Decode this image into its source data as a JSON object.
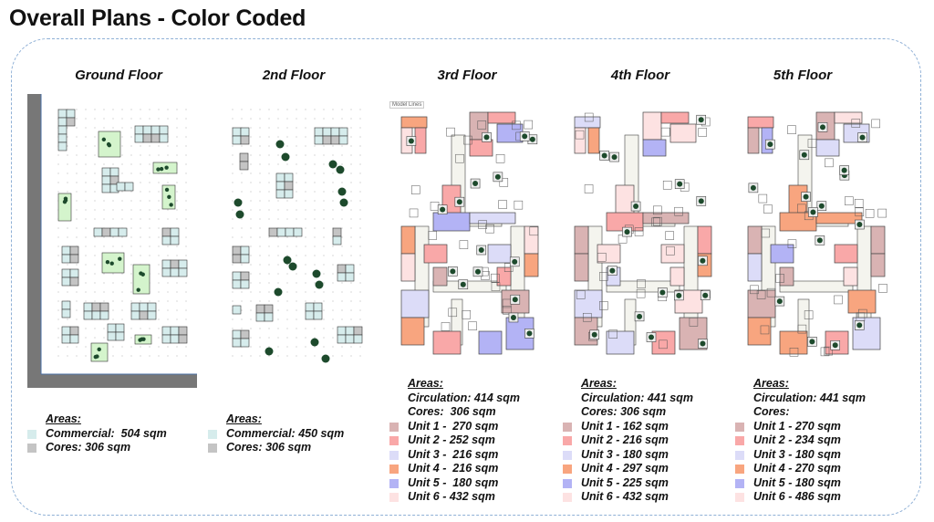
{
  "title": "Overall Plans - Color Coded",
  "colors": {
    "commercial": "#d6ecec",
    "cores": "#c4c4c4",
    "unit1": "#d9b3b3",
    "unit2": "#f9a8a8",
    "unit3": "#dcdcf8",
    "unit4": "#f8a57f",
    "unit5": "#b3b3f5",
    "unit6": "#fde2e2",
    "circulation": "#f4f4ee",
    "green": "#d4f4cc",
    "tree": "#1d4a2c",
    "frame": "#8fb0d6"
  },
  "model_lines_label": "Model Lines",
  "floors": [
    {
      "title": "Ground Floor",
      "legend": {
        "heading": "Areas:",
        "lines": [
          {
            "text": "Commercial:  504 sqm",
            "swatch": "commercial"
          },
          {
            "text": "Cores: 306 sqm",
            "swatch": "cores"
          }
        ]
      }
    },
    {
      "title": "2nd Floor",
      "legend": {
        "heading": "Areas:",
        "lines": [
          {
            "text": "Commercial: 450 sqm",
            "swatch": "commercial"
          },
          {
            "text": "Cores: 306 sqm",
            "swatch": "cores"
          }
        ]
      }
    },
    {
      "title": "3rd Floor",
      "legend": {
        "heading": "Areas:",
        "lines": [
          {
            "text": "Circulation: 414 sqm"
          },
          {
            "text": "Cores:  306 sqm"
          },
          {
            "text": "Unit 1 -  270 sqm",
            "swatch": "unit1"
          },
          {
            "text": "Unit 2 - 252 sqm",
            "swatch": "unit2"
          },
          {
            "text": "Unit 3 -  216 sqm",
            "swatch": "unit3"
          },
          {
            "text": "Unit 4 -  216 sqm",
            "swatch": "unit4"
          },
          {
            "text": "Unit 5 -  180 sqm",
            "swatch": "unit5"
          },
          {
            "text": "Unit 6 - 432 sqm",
            "swatch": "unit6"
          }
        ]
      }
    },
    {
      "title": "4th Floor",
      "legend": {
        "heading": "Areas:",
        "lines": [
          {
            "text": "Circulation: 441 sqm"
          },
          {
            "text": "Cores: 306 sqm"
          },
          {
            "text": "Unit 1 - 162 sqm",
            "swatch": "unit1"
          },
          {
            "text": "Unit 2 - 216 sqm",
            "swatch": "unit2"
          },
          {
            "text": "Unit 3 - 180 sqm",
            "swatch": "unit3"
          },
          {
            "text": "Unit 4 - 297 sqm",
            "swatch": "unit4"
          },
          {
            "text": "Unit 5 - 225 sqm",
            "swatch": "unit5"
          },
          {
            "text": "Unit 6 - 432 sqm",
            "swatch": "unit6"
          }
        ]
      }
    },
    {
      "title": "5th Floor",
      "legend": {
        "heading": "Areas:",
        "lines": [
          {
            "text": "Circulation: 441 sqm"
          },
          {
            "text": "Cores:"
          },
          {
            "text": "Unit 1 - 270 sqm",
            "swatch": "unit1"
          },
          {
            "text": "Unit 2 - 234 sqm",
            "swatch": "unit2"
          },
          {
            "text": "Unit 3 - 180 sqm",
            "swatch": "unit3"
          },
          {
            "text": "Unit 4 - 270 sqm",
            "swatch": "unit4"
          },
          {
            "text": "Unit 5 - 180 sqm",
            "swatch": "unit5"
          },
          {
            "text": "Unit 6 - 486 sqm",
            "swatch": "unit6"
          }
        ]
      }
    }
  ]
}
